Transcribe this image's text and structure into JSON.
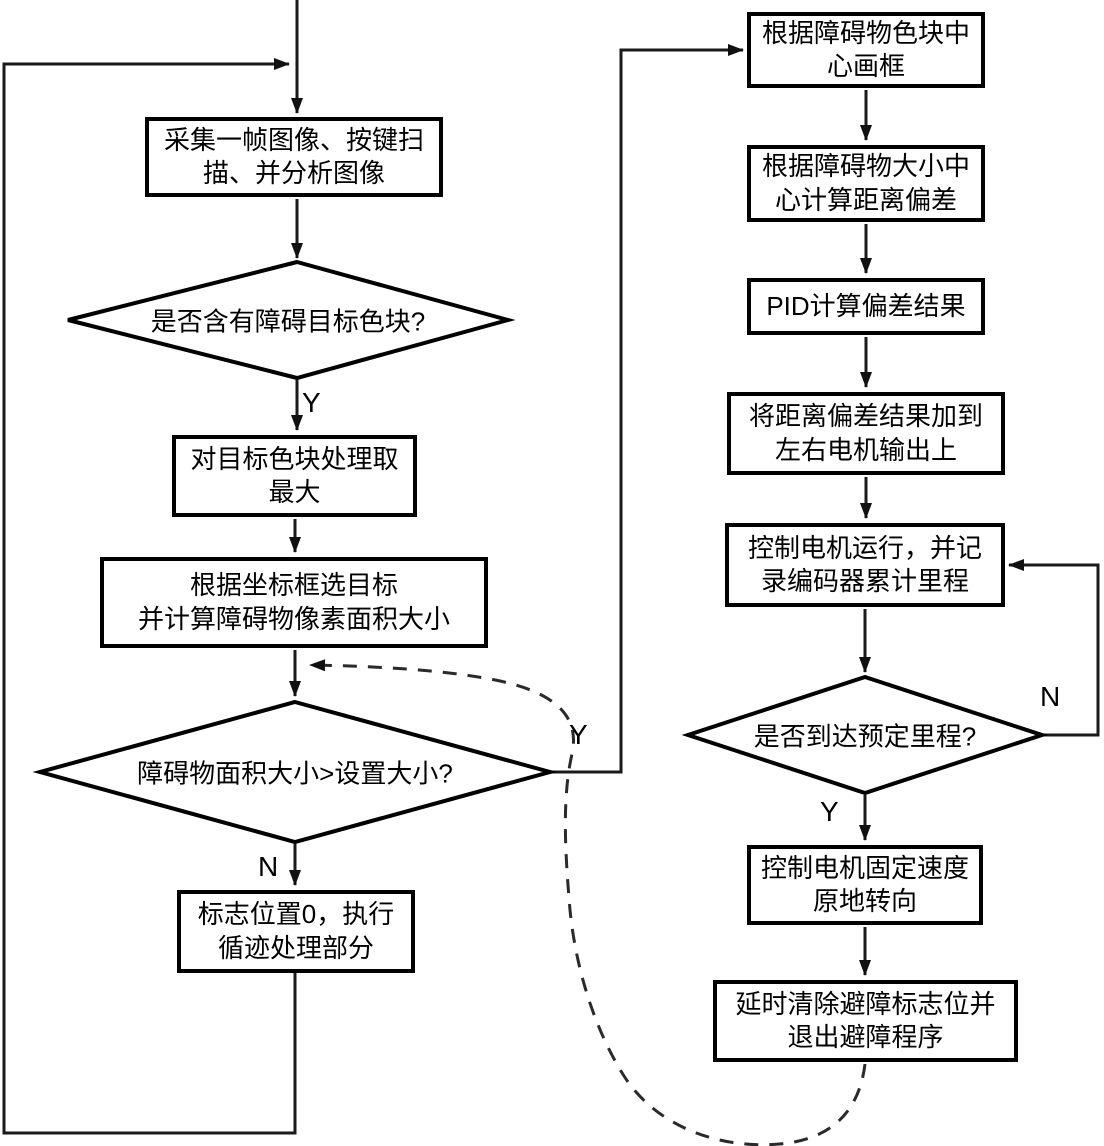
{
  "diagram_title": "obstacle-avoidance-flowchart",
  "colors": {
    "line": "#1a1a1a",
    "box_border": "#000000",
    "text": "#000000",
    "background": "#ffffff"
  },
  "nodes": {
    "capture": [
      "采集一帧图像、按键扫",
      "描、并分析图像"
    ],
    "has_block": [
      "是否含有障碍目标色块?"
    ],
    "take_max": [
      "对目标色块处理取",
      "最大"
    ],
    "frame_select": [
      "根据坐标框选目标",
      "并计算障碍物像素面积大小"
    ],
    "area_check": [
      "障碍物面积大小>设置大小?"
    ],
    "flag_zero": [
      "标志位置0，执行",
      "循迹处理部分"
    ],
    "draw_frame": [
      "根据障碍物色块中",
      "心画框"
    ],
    "dist_offset": [
      "根据障碍物大小中",
      "心计算距离偏差"
    ],
    "pid": [
      "PID计算偏差结果"
    ],
    "add_to_motor": [
      "将距离偏差结果加到",
      "左右电机输出上"
    ],
    "motor_run": [
      "控制电机运行，并记",
      "录编码器累计里程"
    ],
    "mileage_check": [
      "是否到达预定里程?"
    ],
    "fixed_turn": [
      "控制电机固定速度",
      "原地转向"
    ],
    "exit_avoid": [
      "延时清除避障标志位并",
      "退出避障程序"
    ]
  },
  "branch_labels": {
    "yes1": "Y",
    "no2": "N",
    "yes2": "Y",
    "no3": "N",
    "yes3": "Y"
  }
}
